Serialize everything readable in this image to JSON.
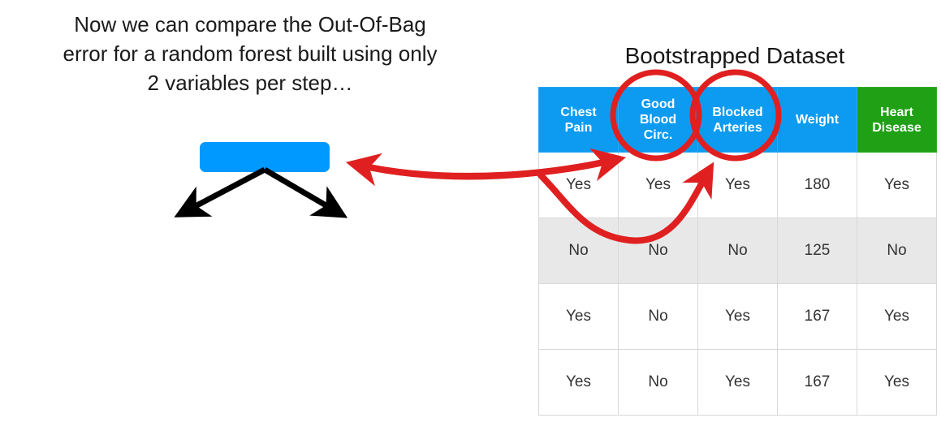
{
  "narration": {
    "text": "Now we can compare the Out-Of-Bag\nerror for a random forest built using only\n2 variables per step…"
  },
  "tree": {
    "root_node_label": "",
    "node_color": "#0099FF",
    "branch_arrow_color": "#000000"
  },
  "dataset": {
    "title": "Bootstrapped Dataset",
    "header_color": "#0C9BF0",
    "outcome_header_color": "#1FA015",
    "alt_row_color": "#E8E8E8",
    "columns": [
      {
        "label": "Chest\nPain",
        "kind": "feature"
      },
      {
        "label": "Good\nBlood\nCirc.",
        "kind": "feature"
      },
      {
        "label": "Blocked\nArteries",
        "kind": "feature"
      },
      {
        "label": "Weight",
        "kind": "feature"
      },
      {
        "label": "Heart\nDisease",
        "kind": "outcome"
      }
    ],
    "rows": [
      {
        "cells": [
          "Yes",
          "Yes",
          "Yes",
          "180",
          "Yes"
        ],
        "shaded": false
      },
      {
        "cells": [
          "No",
          "No",
          "No",
          "125",
          "No"
        ],
        "shaded": true
      },
      {
        "cells": [
          "Yes",
          "No",
          "Yes",
          "167",
          "Yes"
        ],
        "shaded": false
      },
      {
        "cells": [
          "Yes",
          "No",
          "Yes",
          "167",
          "Yes"
        ],
        "shaded": false
      }
    ]
  },
  "annotations": {
    "highlight_color": "#E02020",
    "circled_columns": [
      "Good Blood Circ.",
      "Blocked Arteries"
    ],
    "arrow_targets": [
      "Good Blood Circ.",
      "Blocked Arteries"
    ],
    "arrow_source": "root-node"
  }
}
